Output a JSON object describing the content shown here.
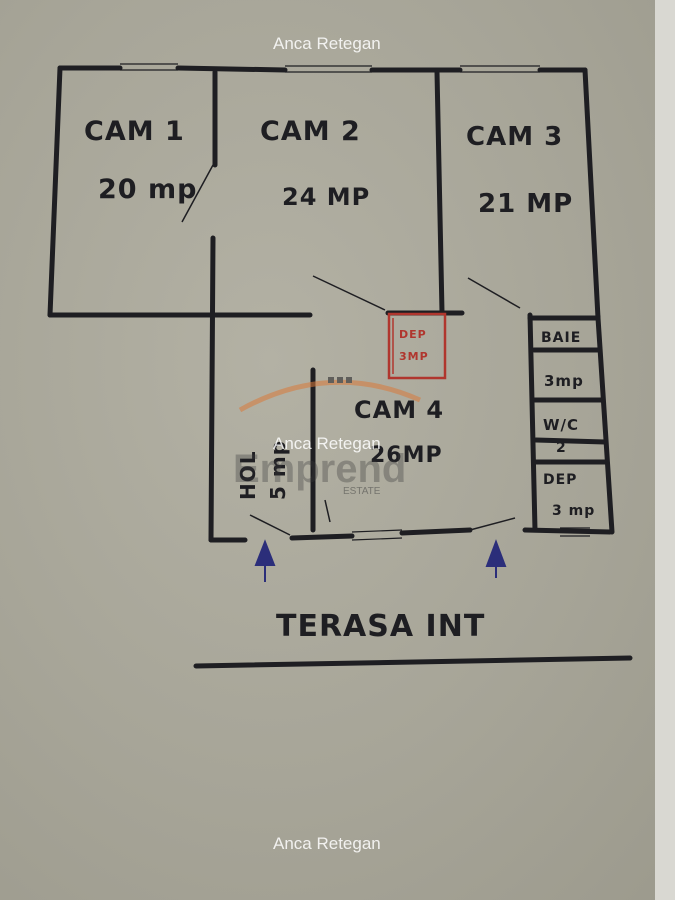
{
  "watermarks": {
    "top": "Anca Retegan",
    "center": "Anca Retegan",
    "bottom": "Anca Retegan",
    "logo": "Emprend",
    "logo_sub": "ESTATE"
  },
  "rooms": [
    {
      "name": "CAM 1",
      "area": "20 mp"
    },
    {
      "name": "CAM 2",
      "area": "24 MP"
    },
    {
      "name": "CAM 3",
      "area": "21 MP"
    },
    {
      "name": "CAM 4",
      "area": "26MP"
    }
  ],
  "small_rooms": {
    "storage": {
      "line1": "DEP",
      "line2": "3MP"
    },
    "bath": {
      "name": "BAIE",
      "area": "3mp"
    },
    "wc": {
      "name": "W/C",
      "area": "2"
    },
    "bath2": {
      "name": "DEP",
      "area": "3 mp"
    },
    "hall": {
      "name": "HOL",
      "area": "5 mp"
    }
  },
  "terrace": "TERASA INT",
  "colors": {
    "ink": "#1e1e22",
    "red": "#b0362e",
    "arrow": "#2b2e7a",
    "logo_orange": "#d97a3a"
  }
}
